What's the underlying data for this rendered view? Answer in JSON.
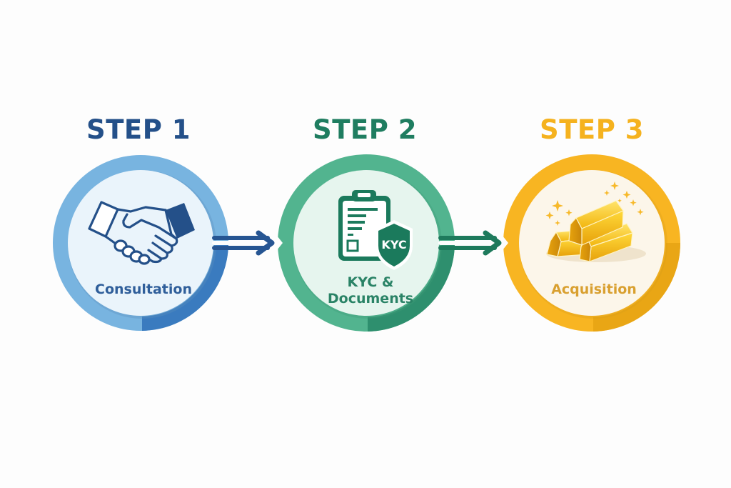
{
  "diagram": {
    "type": "process-flow",
    "direction": "left-to-right",
    "steps": [
      {
        "title": "STEP 1",
        "label": "Consultation",
        "icon": "handshake-icon",
        "colors": {
          "title": "#245089",
          "ring_light": "#78b4e0",
          "ring_dark": "#3a7bbf",
          "fill": "#eaf4fb",
          "icon": "#245089",
          "label": "#2f5e9a"
        }
      },
      {
        "title": "STEP 2",
        "label": "KYC & Documents",
        "label_lines": [
          "KYC &",
          "Documents"
        ],
        "icon": "clipboard-kyc-shield-icon",
        "icon_text": "KYC",
        "colors": {
          "title": "#1f7d60",
          "ring_light": "#52b48f",
          "ring_dark": "#2e8f6e",
          "fill": "#e6f5ee",
          "icon": "#1b7a5c",
          "label": "#2a8366"
        }
      },
      {
        "title": "STEP 3",
        "label": "Acquisition",
        "icon": "gold-bars-icon",
        "colors": {
          "title": "#f5b21e",
          "ring_light": "#f8b522",
          "ring_dark": "#e9a615",
          "fill": "#fcf6ea",
          "icon": "#f5c21a",
          "label": "#d9a030"
        }
      }
    ],
    "connectors": [
      {
        "from": "STEP 1",
        "to": "STEP 2",
        "color": "#265592"
      },
      {
        "from": "STEP 2",
        "to": "STEP 3",
        "color": "#1e7a5c"
      }
    ]
  }
}
